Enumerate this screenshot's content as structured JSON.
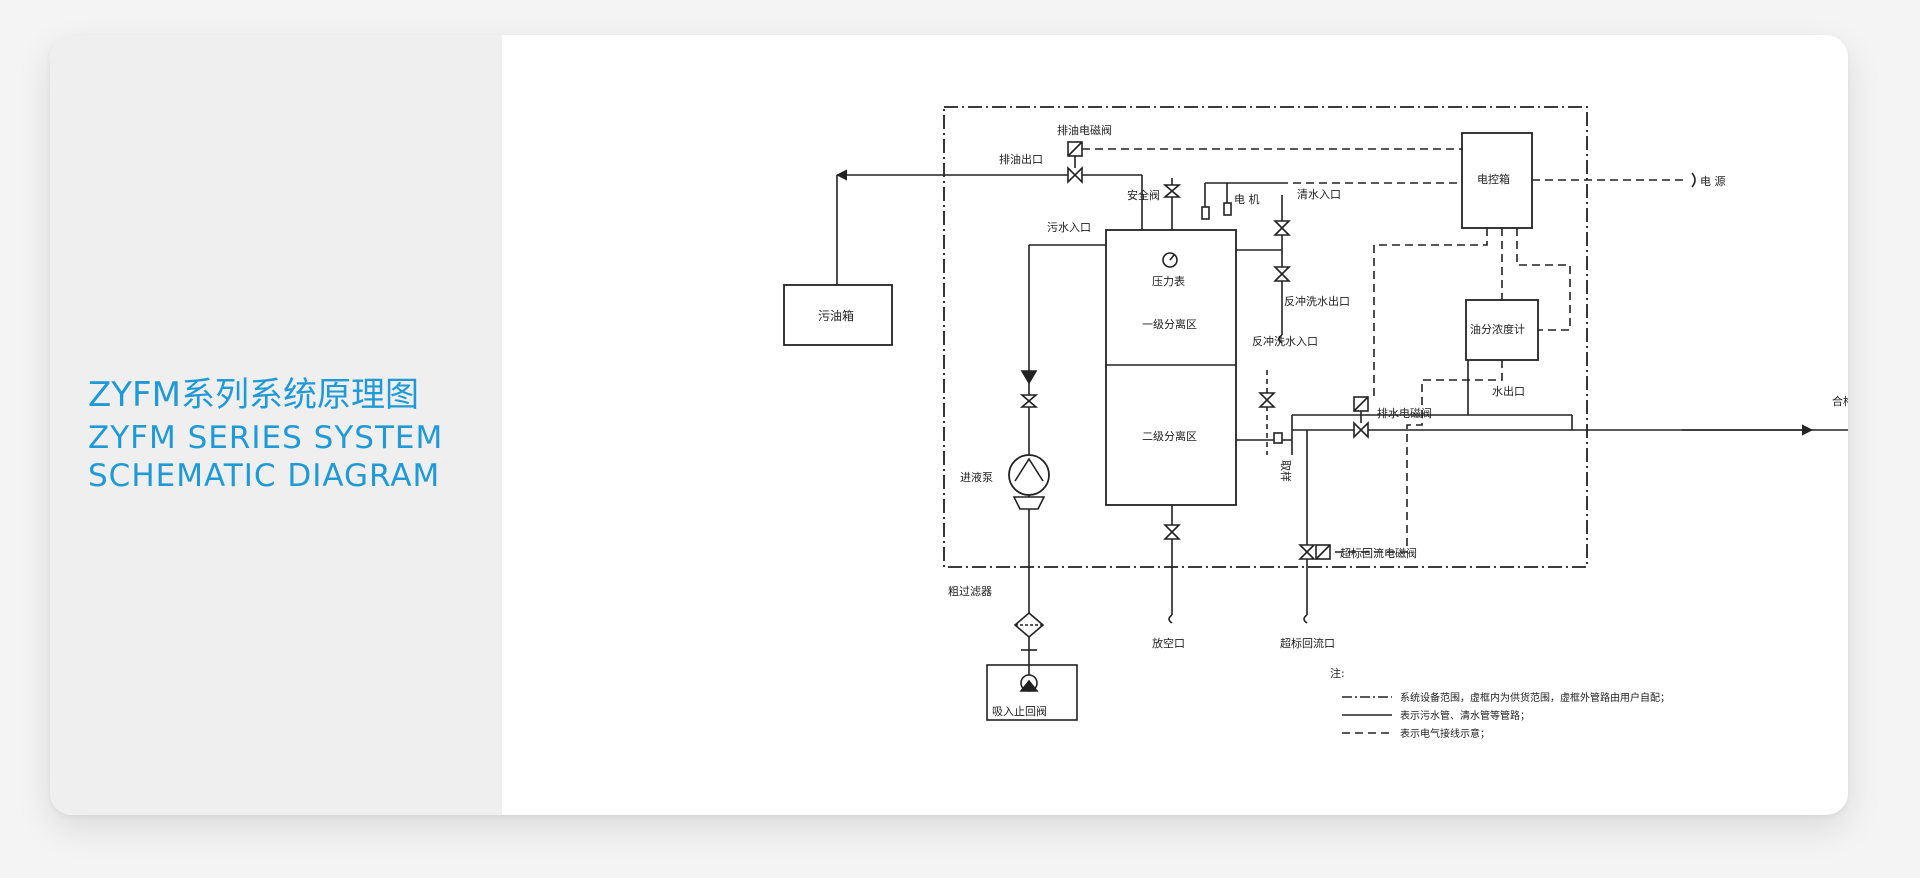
{
  "panel": {
    "title_cn": "ZYFM系列系统原理图",
    "title_en_line1": "ZYFM SERIES SYSTEM",
    "title_en_line2": "SCHEMATIC DIAGRAM",
    "accent_color": "#1f9ad6"
  },
  "diagram": {
    "labels": {
      "drain_solenoid_valve": "排油电磁阀",
      "oil_outlet": "排油出口",
      "safety_valve": "安全阀",
      "motor": "电 机",
      "clean_water_inlet": "清水入口",
      "control_box": "电控箱",
      "power": "电 源",
      "sewage_inlet": "污水入口",
      "dirty_oil_tank": "污油箱",
      "pressure_gauge": "压力表",
      "primary_separation": "一级分离区",
      "backflush_outlet": "反冲洗水出口",
      "backflush_inlet": "反冲洗水入口",
      "oil_concentration_meter": "油分浓度计",
      "water_outlet": "水出口",
      "qualified_discharge": "合格水排放口",
      "secondary_separation": "二级分离区",
      "sampling": "取样",
      "drain_water_solenoid": "排水电磁阀",
      "pump": "进液泵",
      "overlimit_return_solenoid": "超标回流电磁阀",
      "coarse_filter": "粗过滤器",
      "drain_port": "放空口",
      "overlimit_return_port": "超标回流口",
      "bilge_suction": "吸入止回阀"
    },
    "notes": {
      "heading": "注:",
      "item1": "系统设备范围，虚框内为供货范围，虚框外管路由用户自配；",
      "item2": "表示污水管、清水管等管路；",
      "item3": "表示电气接线示意；"
    }
  }
}
